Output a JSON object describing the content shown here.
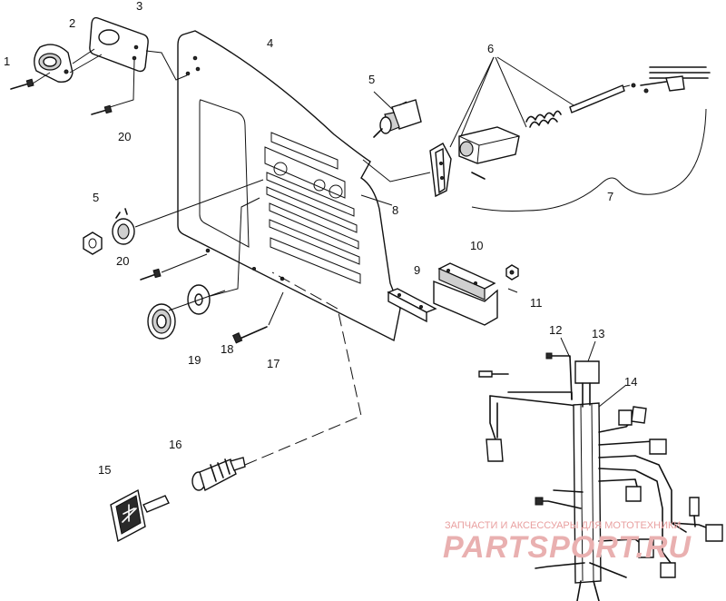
{
  "callouts": {
    "c1": "1",
    "c2": "2",
    "c3": "3",
    "c4": "4",
    "c5a": "5",
    "c5b": "5",
    "c6": "6",
    "c7": "7",
    "c8": "8",
    "c9": "9",
    "c10": "10",
    "c11": "11",
    "c12": "12",
    "c13": "13",
    "c14": "14",
    "c15": "15",
    "c16": "16",
    "c17": "17",
    "c18": "18",
    "c19": "19",
    "c20a": "20",
    "c20b": "20"
  },
  "watermark": {
    "caption": "ЗАПЧАСТИ И АКСЕССУАРЫ ДЛЯ МОТОТЕХНИКИ",
    "logo": "PARTSPORT.RU"
  }
}
